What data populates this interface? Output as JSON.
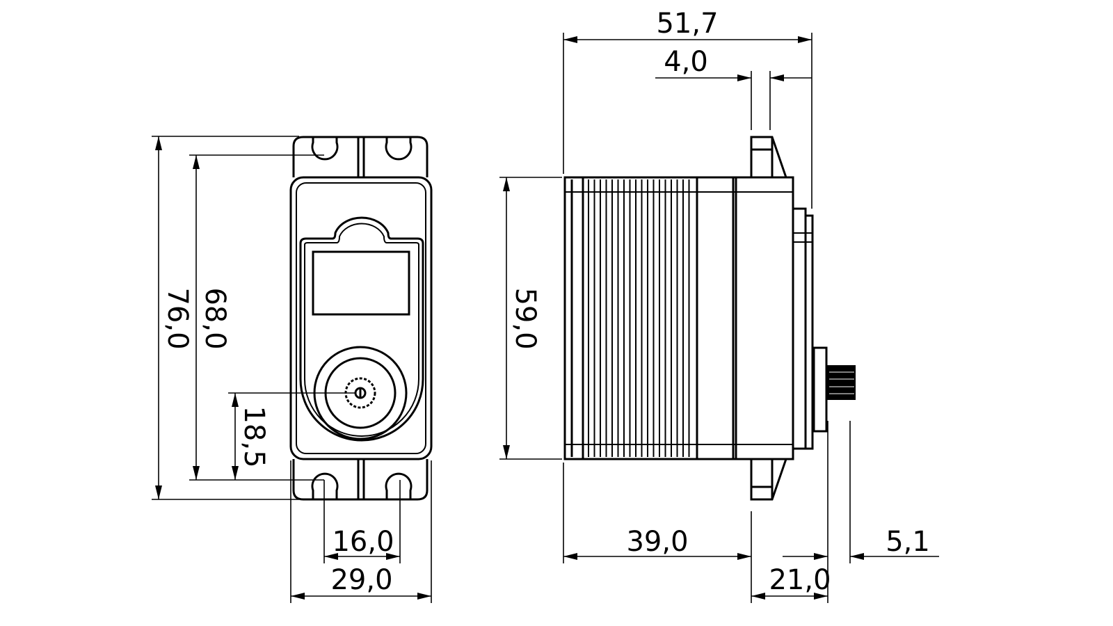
{
  "drawing": {
    "front_view": {
      "dim_overall_height": "76,0",
      "dim_hole_spacing_vertical": "68,0",
      "dim_shaft_offset": "18,5",
      "dim_hole_spacing_horizontal": "16,0",
      "dim_width": "29,0"
    },
    "side_view": {
      "dim_overall_length": "51,7",
      "dim_flange_thickness": "4,0",
      "dim_body_height": "59,0",
      "dim_body_to_flange": "39,0",
      "dim_flange_to_shaft": "21,0",
      "dim_shaft_length": "5,1"
    }
  }
}
